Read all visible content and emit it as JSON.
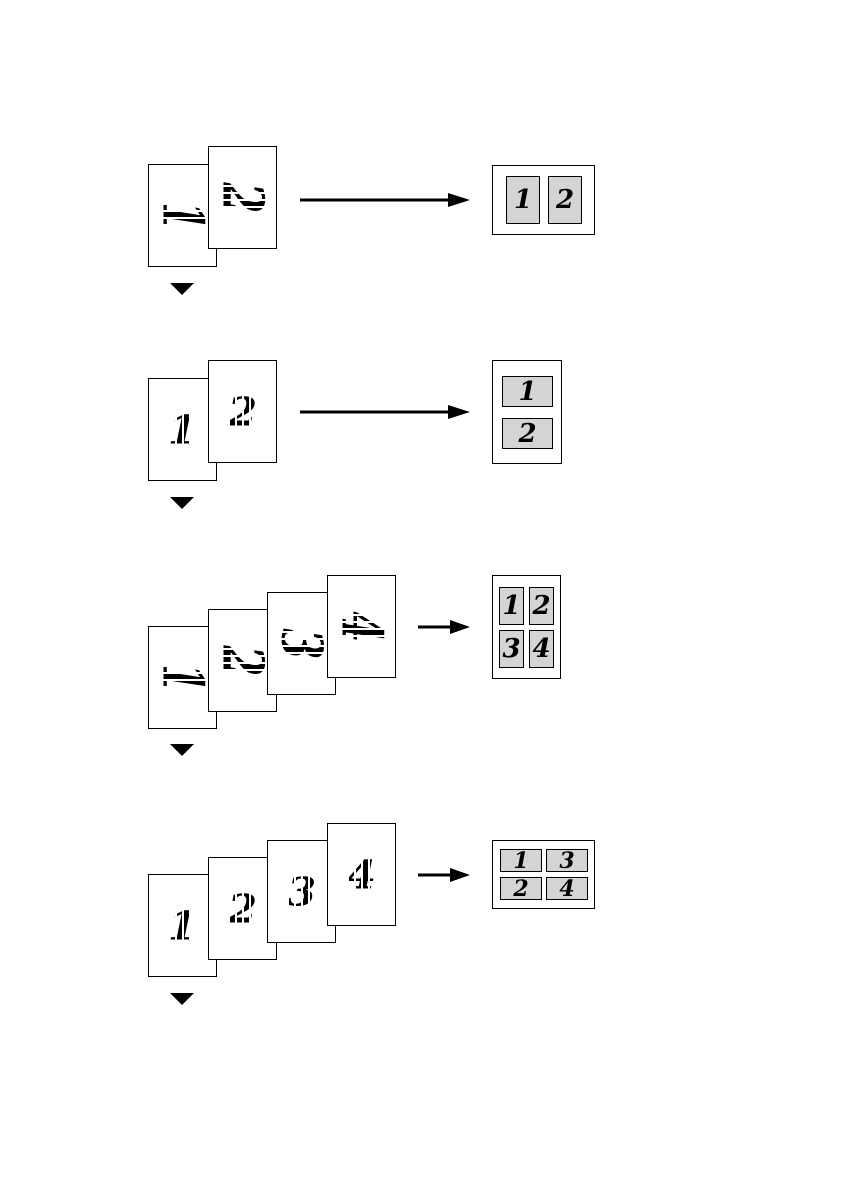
{
  "rows": [
    {
      "mode": "portrait-2in1",
      "sources": [
        "1",
        "2"
      ],
      "result_cells": [
        "1",
        "2"
      ]
    },
    {
      "mode": "landscape-2in1",
      "sources": [
        "1",
        "2"
      ],
      "result_cells": [
        "1",
        "2"
      ]
    },
    {
      "mode": "portrait-4in1",
      "sources": [
        "1",
        "2",
        "3",
        "4"
      ],
      "result_cells": [
        "1",
        "2",
        "3",
        "4"
      ]
    },
    {
      "mode": "landscape-4in1",
      "sources": [
        "1",
        "2",
        "3",
        "4"
      ],
      "result_cells": [
        "1",
        "3",
        "2",
        "4"
      ]
    }
  ],
  "icons": {
    "arrow": "right-arrow-icon",
    "next": "down-triangle-icon"
  }
}
